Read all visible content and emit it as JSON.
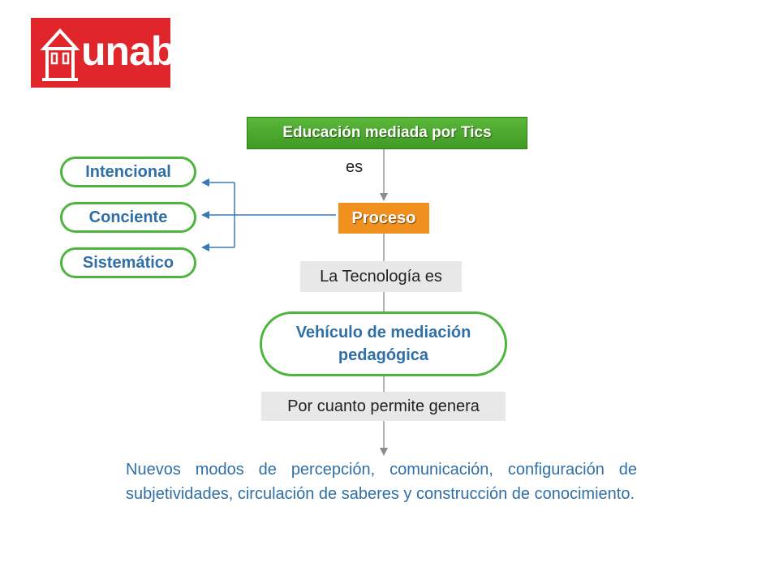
{
  "logo": {
    "text": "unab"
  },
  "diagram": {
    "top_node": "Educación mediada por Tics",
    "link_1": "es",
    "process_node": "Proceso",
    "attributes": [
      "Intencional",
      "Conciente",
      "Sistemático"
    ],
    "link_2": "La Tecnología es",
    "vehicle_line1": "Vehículo de mediación",
    "vehicle_line2": "pedagógica",
    "link_3": "Por cuanto permite genera",
    "conclusion": "Nuevos modos de percepción, comunicación, configuración de subjetividades, circulación de saberes y construcción de conocimiento."
  },
  "colors": {
    "green_fill": "#4aa82e",
    "orange_fill": "#f0901e",
    "blue_text": "#2f6fa6",
    "green_border": "#4bb53c",
    "logo_red": "#e0262b"
  }
}
